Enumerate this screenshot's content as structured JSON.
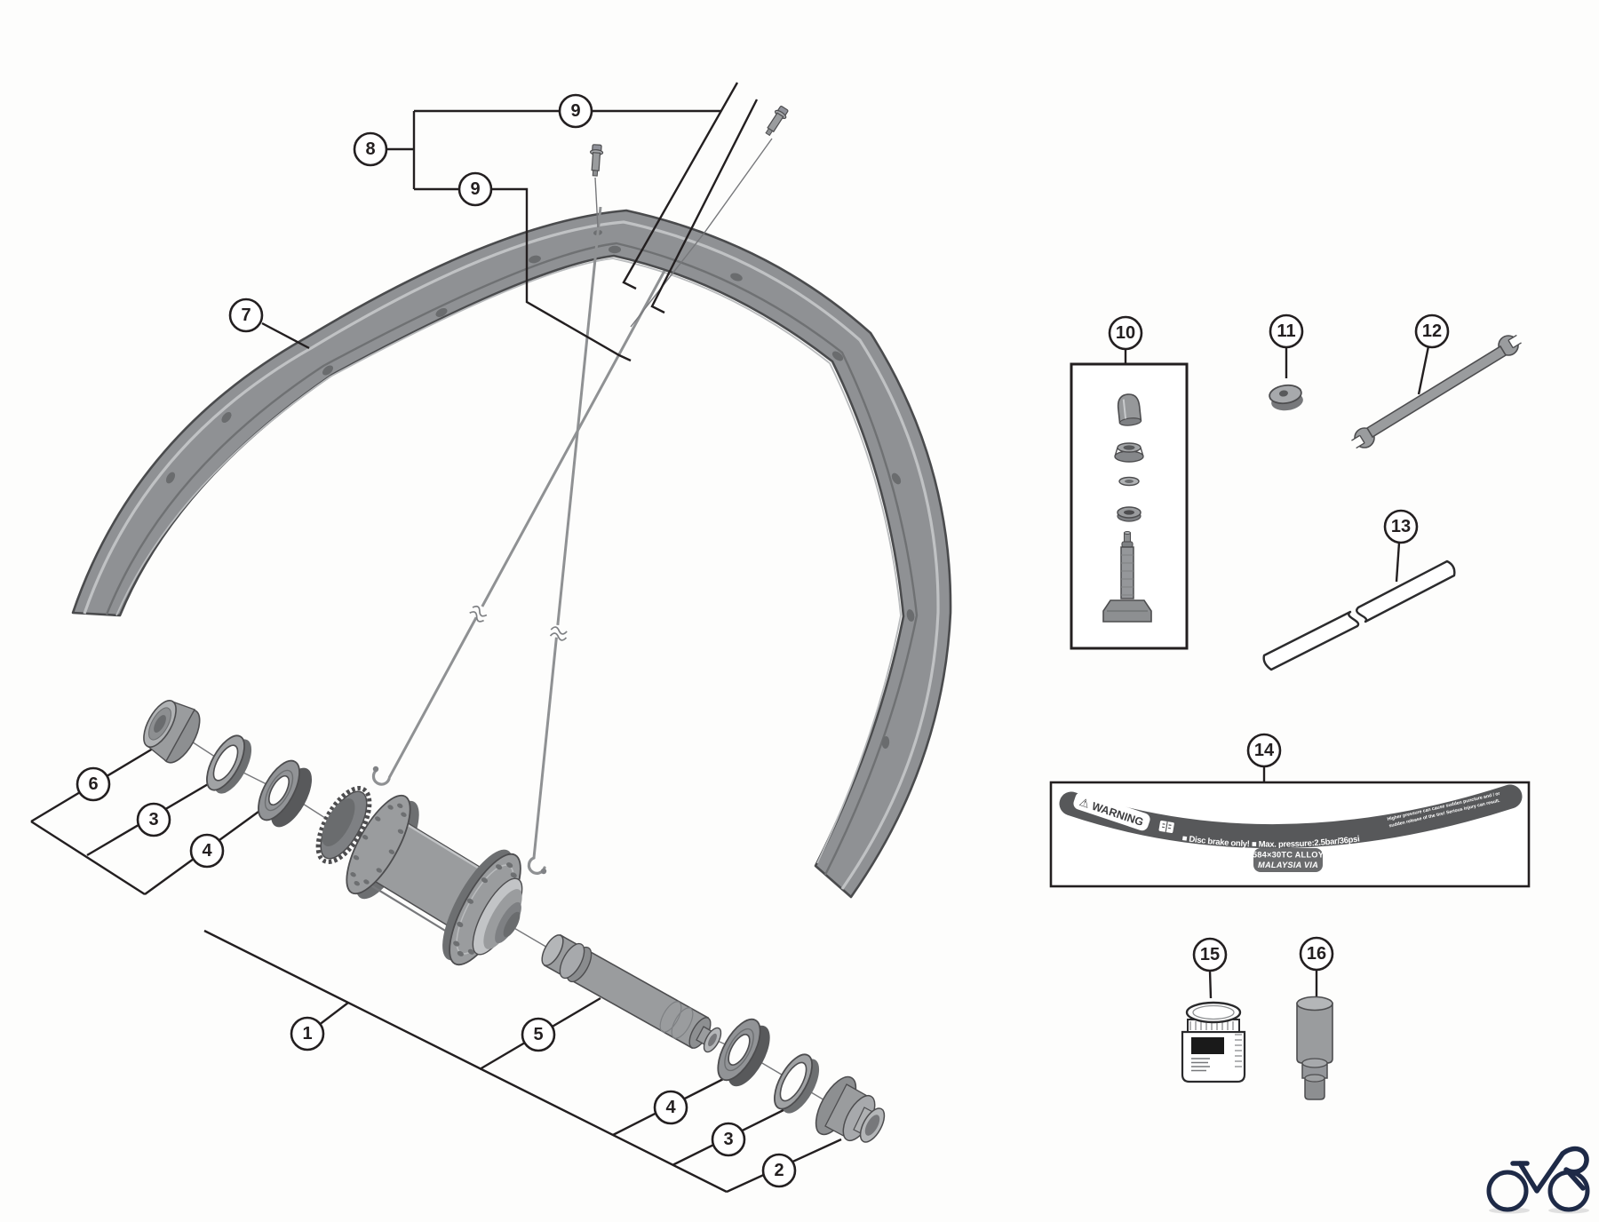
{
  "diagram": {
    "callout_labels": [
      "1",
      "2",
      "3",
      "4",
      "5",
      "6",
      "7",
      "8",
      "9",
      "10",
      "11",
      "12",
      "13",
      "14",
      "15",
      "16"
    ],
    "rim_tape_label": {
      "warning_title": "⚠ WARNING",
      "notice_text": "■ Disc brake only! ■ Max. pressure:2.5bar/36psi",
      "fine_print_line1": "Higher pressure can cause sudden puncture and / or",
      "fine_print_line2": "sudden release of the tire! Serious injury can result.",
      "spec_line1": "584×30TC ALLOY",
      "spec_line2": "MALAYSIA  VIA"
    },
    "colors": {
      "line": "#231f20",
      "part_fill": "#9a9c9e",
      "part_fill_dark": "#6d6f71",
      "part_fill_light": "#c0c2c4",
      "rim_fill": "#8f9194",
      "tape_band": "#57585a",
      "logo_navy": "#1e2a47",
      "background": "#fdfdfc"
    }
  }
}
